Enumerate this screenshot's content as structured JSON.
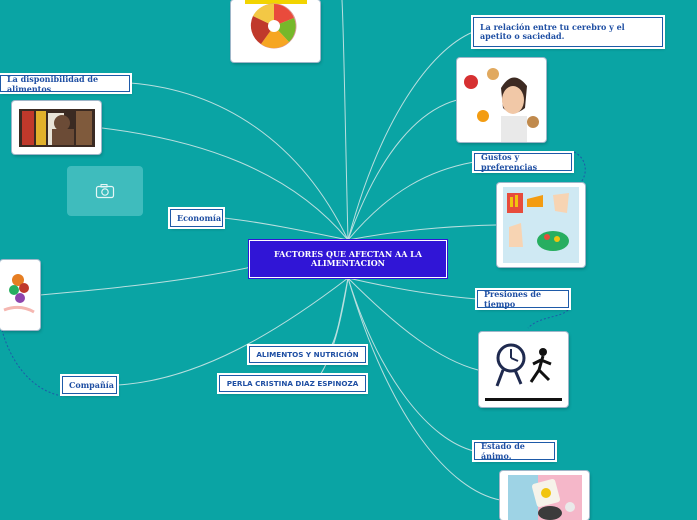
{
  "diagram": {
    "center": "FACTORES QUE AFECTAN AA LA ALIMENTACION",
    "nodes": {
      "disponibilidad": "La disponibilidad de alimentos",
      "economia": "Economía",
      "compania": "Compañía",
      "alimentos_nutricion": "ALIMENTOS Y NUTRICIÓN",
      "autora": "PERLA CRISTINA DIAZ ESPINOZA",
      "cerebro": "La relación entre tu cerebro y el apetito o saciedad.",
      "gustos": "Gustos y preferencias",
      "presiones": "Presiones de tiempo",
      "animo": "Estado de ánimo."
    }
  },
  "colors": {
    "background": "#0aa4a4",
    "center_fill": "#3015d6",
    "node_text": "#1f4fa3"
  },
  "icons": {
    "image_placeholder": "camera-icon"
  }
}
